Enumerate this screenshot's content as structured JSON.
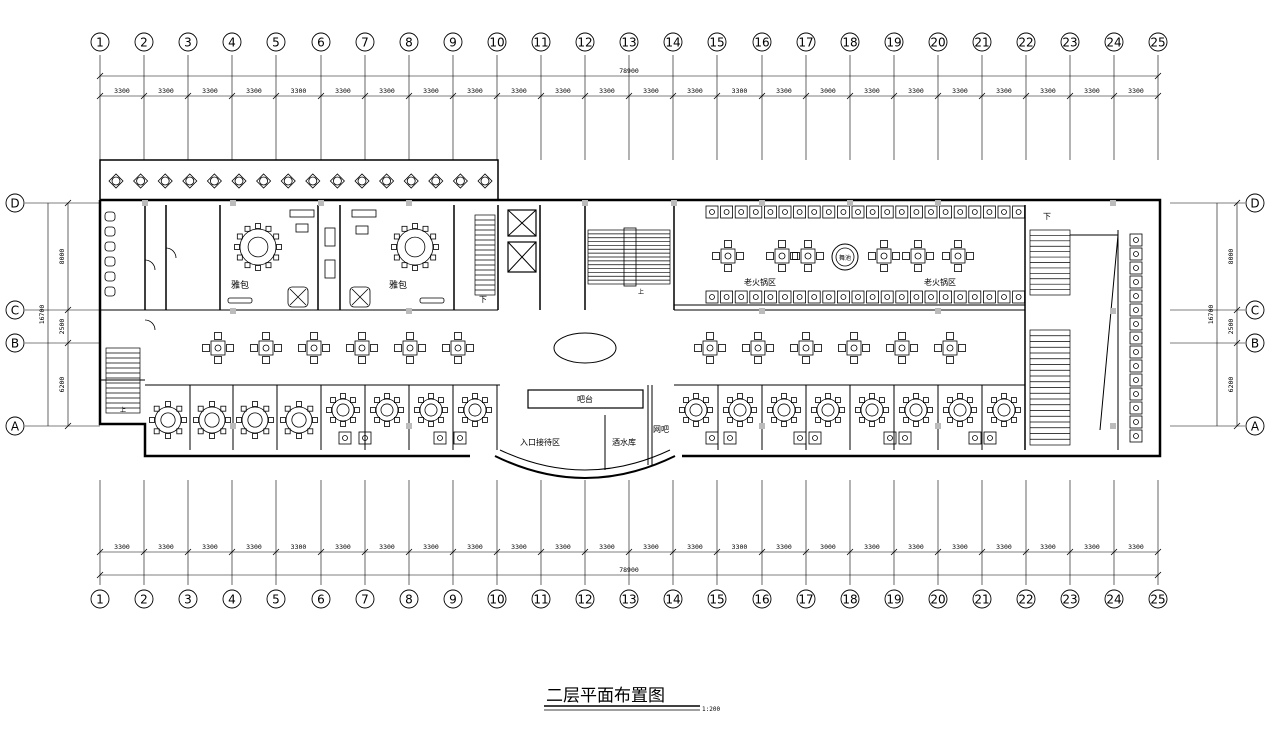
{
  "drawing": {
    "title": "二层平面布置图",
    "scale": "1:200"
  },
  "grid": {
    "axis_numbers": [
      "1",
      "2",
      "3",
      "4",
      "5",
      "6",
      "7",
      "8",
      "9",
      "10",
      "11",
      "12",
      "13",
      "14",
      "15",
      "16",
      "17",
      "18",
      "19",
      "20",
      "21",
      "22",
      "23",
      "24",
      "25"
    ],
    "bay_dims": [
      "3300",
      "3300",
      "3300",
      "3300",
      "3300",
      "3300",
      "3300",
      "3300",
      "3300",
      "3300",
      "3300",
      "3300",
      "3300",
      "3300",
      "3300",
      "3300",
      "3000",
      "3300",
      "3300",
      "3300",
      "3300",
      "3300",
      "3300",
      "3300"
    ],
    "total_dim": "78900",
    "row_letters": [
      "D",
      "C",
      "B",
      "A"
    ],
    "row_dims": [
      "8000",
      "2500",
      "6200"
    ],
    "total_row_dim_left": "16700",
    "total_row_dim_right": "16700"
  },
  "rooms": {
    "vip_room_1": "雅包",
    "vip_room_2": "雅包",
    "hotpot_area_1": "老火锅区",
    "hotpot_area_2": "老火锅区",
    "stage": "舞池",
    "bar": "吧台",
    "waiting_area": "入口接待区",
    "liquor_storage": "酒水库",
    "bar_room": "网吧",
    "stair_down_1": "下",
    "stair_down_2": "下",
    "stair_up_1": "上",
    "stair_up_2": "上"
  },
  "colors": {
    "line": "#000000",
    "background": "#ffffff",
    "column": "#bbbbbb"
  }
}
